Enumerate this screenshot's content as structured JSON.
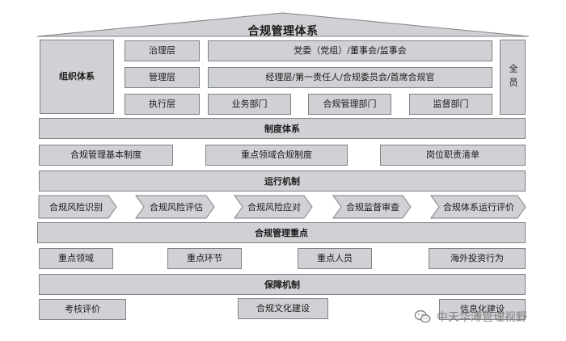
{
  "title": "合规管理体系",
  "org": {
    "label": "组织体系",
    "rows": [
      {
        "level": "治理层",
        "content": "党委（党组）/董事会/监事会"
      },
      {
        "level": "管理层",
        "content": "经理层/第一责任人/合规委员会/首席合规官"
      },
      {
        "level": "执行层",
        "depts": [
          "业务部门",
          "合规管理部门",
          "监督部门"
        ]
      }
    ],
    "all_staff": "全员"
  },
  "system": {
    "label": "制度体系",
    "items": [
      "合规管理基本制度",
      "重点领域合规制度",
      "岗位职责清单"
    ]
  },
  "operation": {
    "label": "运行机制",
    "steps": [
      "合规风险识别",
      "合规风险评估",
      "合规风险应对",
      "合规监督审查",
      "合规体系运行评价"
    ]
  },
  "focus": {
    "label": "合规管理重点",
    "items": [
      "重点领域",
      "重点环节",
      "重点人员",
      "海外投资行为"
    ]
  },
  "guarantee": {
    "label": "保障机制",
    "items": [
      "考核评价",
      "合规文化建设",
      "信息化建设"
    ]
  },
  "watermark": "中天华溥管理视野",
  "colors": {
    "box_fill": "#cfd1d4",
    "box_border": "#7f8287",
    "text": "#1a1a1a"
  }
}
